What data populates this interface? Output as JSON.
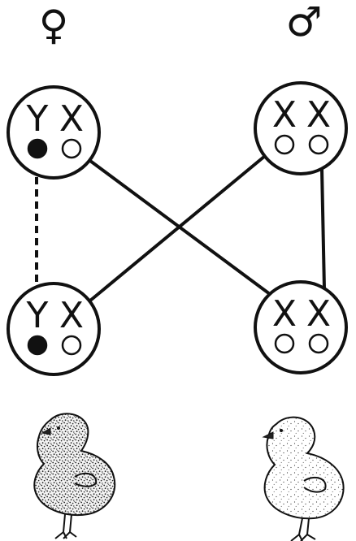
{
  "diagram": {
    "parents": {
      "female": {
        "symbol": "♀"
      },
      "male": {
        "symbol": "♂"
      }
    },
    "cells": [
      {
        "id": "female-parent",
        "chromosomes": [
          {
            "letter": "Y",
            "allele": "dominant"
          },
          {
            "letter": "X",
            "allele": "recessive"
          }
        ]
      },
      {
        "id": "male-parent",
        "chromosomes": [
          {
            "letter": "X",
            "allele": "recessive"
          },
          {
            "letter": "X",
            "allele": "recessive"
          }
        ]
      },
      {
        "id": "female-offspring",
        "chromosomes": [
          {
            "letter": "Y",
            "allele": "dominant"
          },
          {
            "letter": "X",
            "allele": "recessive"
          }
        ]
      },
      {
        "id": "male-offspring",
        "chromosomes": [
          {
            "letter": "X",
            "allele": "recessive"
          },
          {
            "letter": "X",
            "allele": "recessive"
          }
        ]
      }
    ],
    "inheritance": [
      {
        "from": "female-parent",
        "to": "male-offspring",
        "style": "solid"
      },
      {
        "from": "male-parent",
        "to": "female-offspring",
        "style": "solid"
      },
      {
        "from": "male-parent",
        "to": "male-offspring",
        "style": "solid"
      },
      {
        "from": "female-parent",
        "to": "female-offspring",
        "style": "dashed"
      }
    ],
    "chicks": [
      {
        "id": "female-chick",
        "plumage": "dark-speckled"
      },
      {
        "id": "male-chick",
        "plumage": "light-speckled"
      }
    ]
  }
}
